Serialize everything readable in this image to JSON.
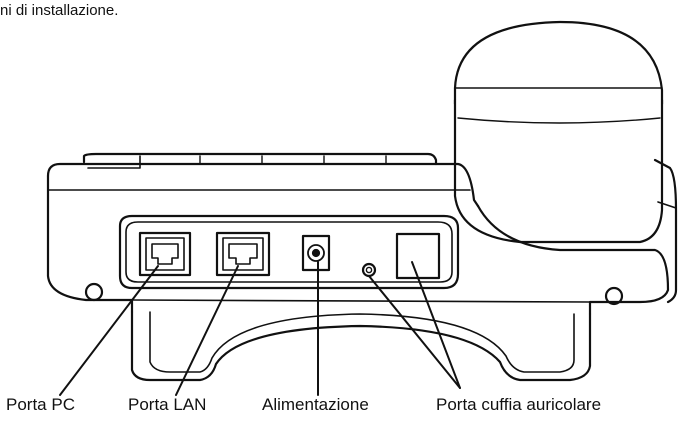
{
  "header": {
    "caption_fragment": "ni di installazione."
  },
  "ports": {
    "pc": "Porta PC",
    "lan": "Porta LAN",
    "power": "Alimentazione",
    "headset": "Porta cuffia auricolare"
  }
}
